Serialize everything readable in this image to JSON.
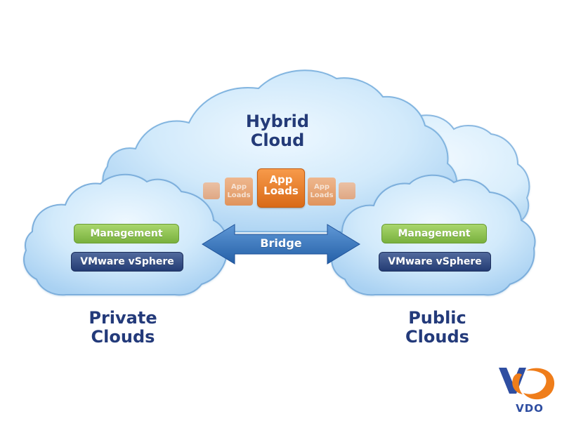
{
  "diagram": {
    "hybrid_cloud": {
      "title_line1": "Hybrid",
      "title_line2": "Cloud",
      "app_loads_main_line1": "App",
      "app_loads_main_line2": "Loads",
      "app_loads_small_left_line1": "App",
      "app_loads_small_left_line2": "Loads",
      "app_loads_small_right_line1": "App",
      "app_loads_small_right_line2": "Loads"
    },
    "bridge": {
      "label": "Bridge"
    },
    "private_clouds": {
      "title_line1": "Private",
      "title_line2": "Clouds",
      "management": "Management",
      "platform": "VMware vSphere"
    },
    "public_clouds": {
      "title_line1": "Public",
      "title_line2": "Clouds",
      "management": "Management",
      "platform": "VMware vSphere"
    }
  },
  "brand": {
    "logo_text": "VDO",
    "logo_colors": {
      "blue": "#2f4ea1",
      "orange": "#ef7d1a"
    }
  },
  "colors": {
    "cloud_fill_light": "#eaf5ff",
    "cloud_fill_mid": "#b7daf7",
    "cloud_outline": "#7eb0dd",
    "management_green": "#8dc453",
    "vsphere_navy": "#2e487f",
    "app_loads_orange": "#e9782b",
    "bridge_blue": "#2f6bb2",
    "title_navy": "#243b78"
  }
}
